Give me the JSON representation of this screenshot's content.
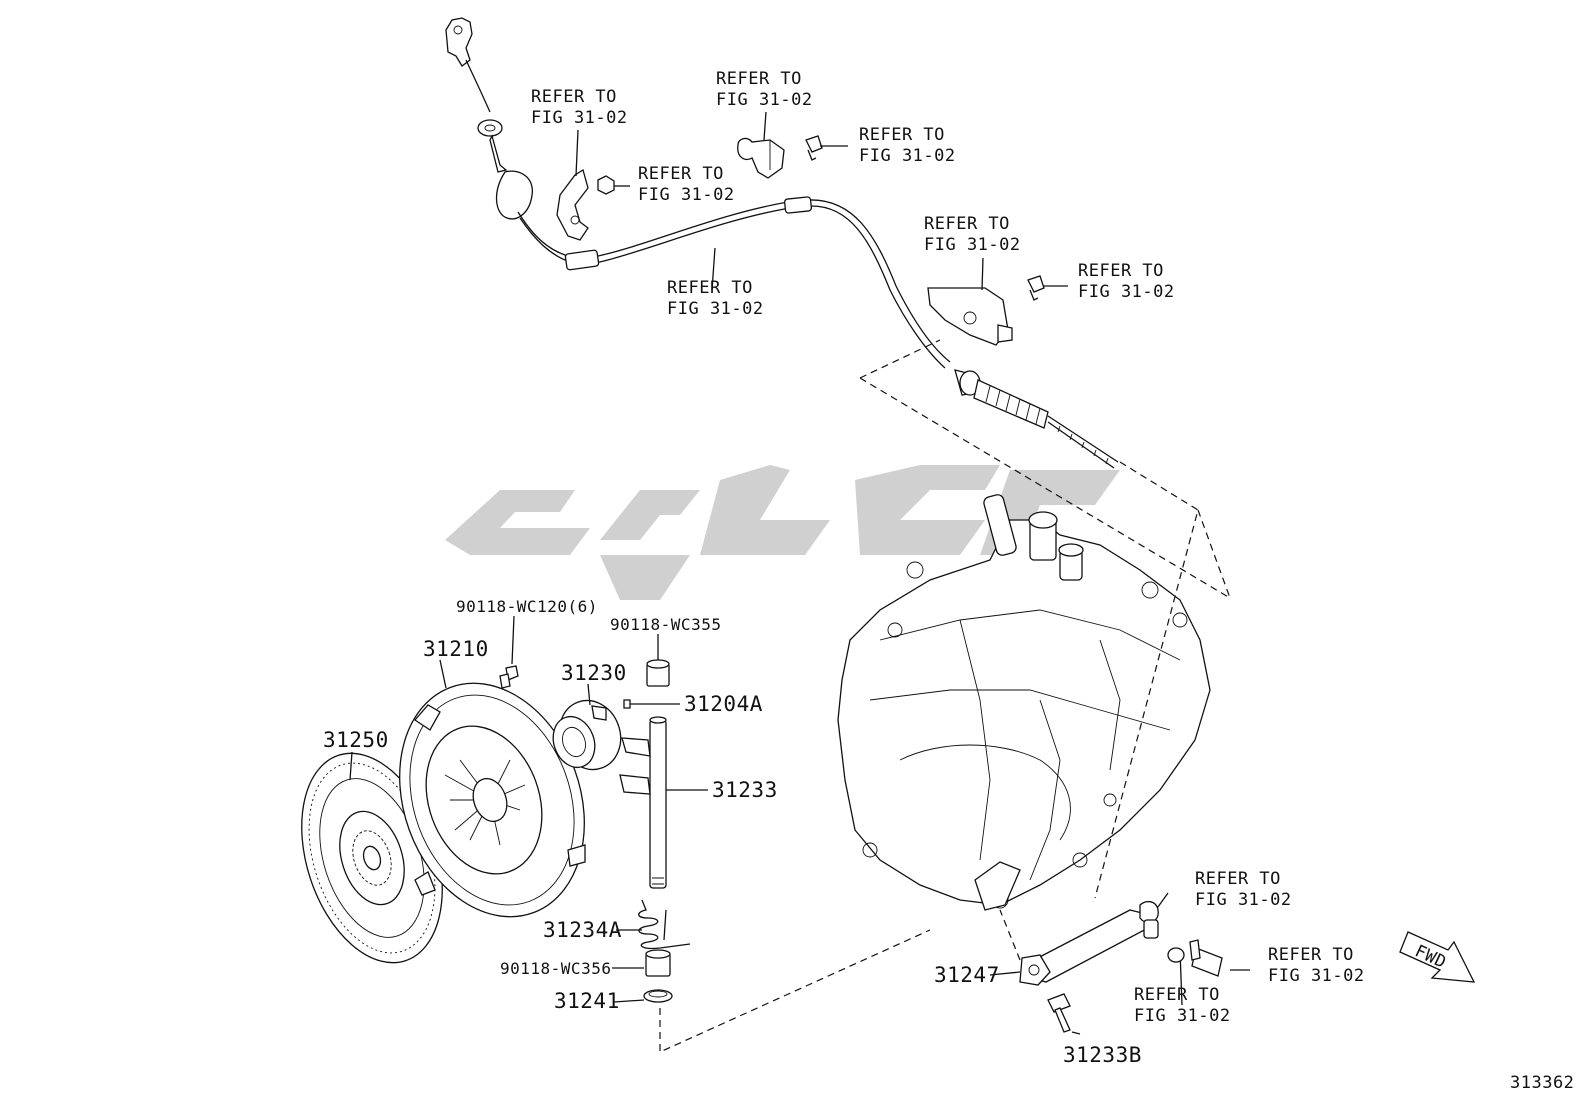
{
  "figure_id": "313362",
  "watermark": "",
  "fwd_label": "FWD",
  "refer_lines": [
    "REFER TO",
    "FIG 31-02"
  ],
  "parts": {
    "p31210": "31210",
    "p31250": "31250",
    "p31230": "31230",
    "p31204A": "31204A",
    "p31233": "31233",
    "p31234A": "31234A",
    "p31241": "31241",
    "p31247": "31247",
    "p31233B": "31233B",
    "bolt_wc120": "90118-WC120(6)",
    "bushing_wc355": "90118-WC355",
    "bushing_wc356": "90118-WC356"
  }
}
